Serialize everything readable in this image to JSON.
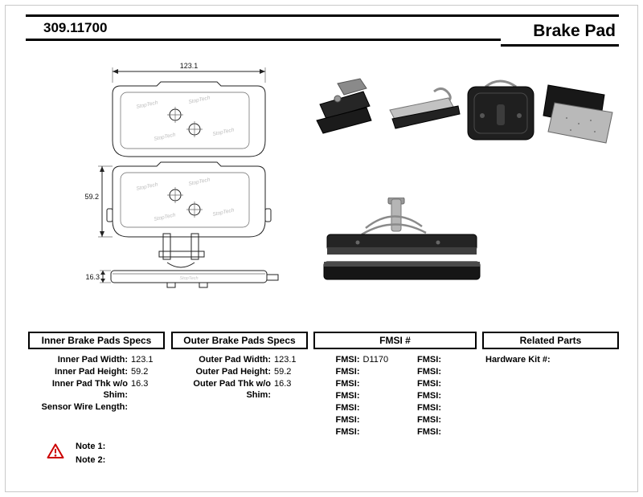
{
  "header": {
    "part_number": "309.11700",
    "product_type": "Brake Pad"
  },
  "diagram": {
    "dim_width": "123.1",
    "dim_height": "59.2",
    "dim_thickness": "16.3",
    "watermark": "StopTech"
  },
  "table": {
    "inner": {
      "title": "Inner Brake Pads Specs",
      "rows": [
        {
          "label": "Inner Pad Width:",
          "value": "123.1"
        },
        {
          "label": "Inner Pad Height:",
          "value": "59.2"
        },
        {
          "label": "Inner Pad Thk w/o Shim:",
          "value": "16.3"
        },
        {
          "label": "Sensor Wire Length:",
          "value": ""
        }
      ]
    },
    "outer": {
      "title": "Outer Brake Pads Specs",
      "rows": [
        {
          "label": "Outer Pad Width:",
          "value": "123.1"
        },
        {
          "label": "Outer Pad Height:",
          "value": "59.2"
        },
        {
          "label": "Outer Pad Thk w/o Shim:",
          "value": "16.3"
        }
      ]
    },
    "fmsi": {
      "title": "FMSI #",
      "rows": [
        {
          "l_label": "FMSI:",
          "l_value": "D1170",
          "r_label": "FMSI:",
          "r_value": ""
        },
        {
          "l_label": "FMSI:",
          "l_value": "",
          "r_label": "FMSI:",
          "r_value": ""
        },
        {
          "l_label": "FMSI:",
          "l_value": "",
          "r_label": "FMSI:",
          "r_value": ""
        },
        {
          "l_label": "FMSI:",
          "l_value": "",
          "r_label": "FMSI:",
          "r_value": ""
        },
        {
          "l_label": "FMSI:",
          "l_value": "",
          "r_label": "FMSI:",
          "r_value": ""
        },
        {
          "l_label": "FMSI:",
          "l_value": "",
          "r_label": "FMSI:",
          "r_value": ""
        },
        {
          "l_label": "FMSI:",
          "l_value": "",
          "r_label": "FMSI:",
          "r_value": ""
        }
      ]
    },
    "related": {
      "title": "Related Parts",
      "rows": [
        {
          "label": "Hardware Kit #:",
          "value": ""
        }
      ]
    }
  },
  "notes": {
    "items": [
      {
        "label": "Note 1:",
        "text": ""
      },
      {
        "label": "Note 2:",
        "text": ""
      }
    ]
  }
}
